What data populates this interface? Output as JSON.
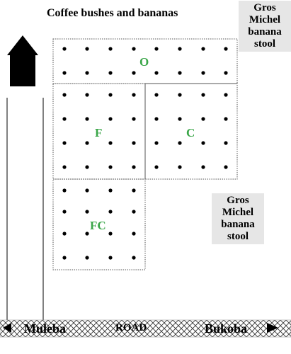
{
  "title": "Coffee bushes and bananas",
  "stool_label_top": [
    "Gros",
    "Michel",
    "banana",
    "stool"
  ],
  "stool_label_right": [
    "Gros",
    "Michel",
    "banana",
    "stool"
  ],
  "plots": [
    {
      "id": "O",
      "label": "O"
    },
    {
      "id": "F",
      "label": "F"
    },
    {
      "id": "C",
      "label": "C"
    },
    {
      "id": "FC",
      "label": "FC"
    }
  ],
  "road": {
    "label": "ROAD",
    "left_destination": "Muleba",
    "right_destination": "Bukoba"
  },
  "colors": {
    "plot_label": "#3aa648",
    "dots": "#000000",
    "plot_border": "#555555",
    "label_box": "#e6e6e6"
  },
  "icons": [
    "house-icon",
    "arrow-left-icon",
    "arrow-right-icon"
  ]
}
